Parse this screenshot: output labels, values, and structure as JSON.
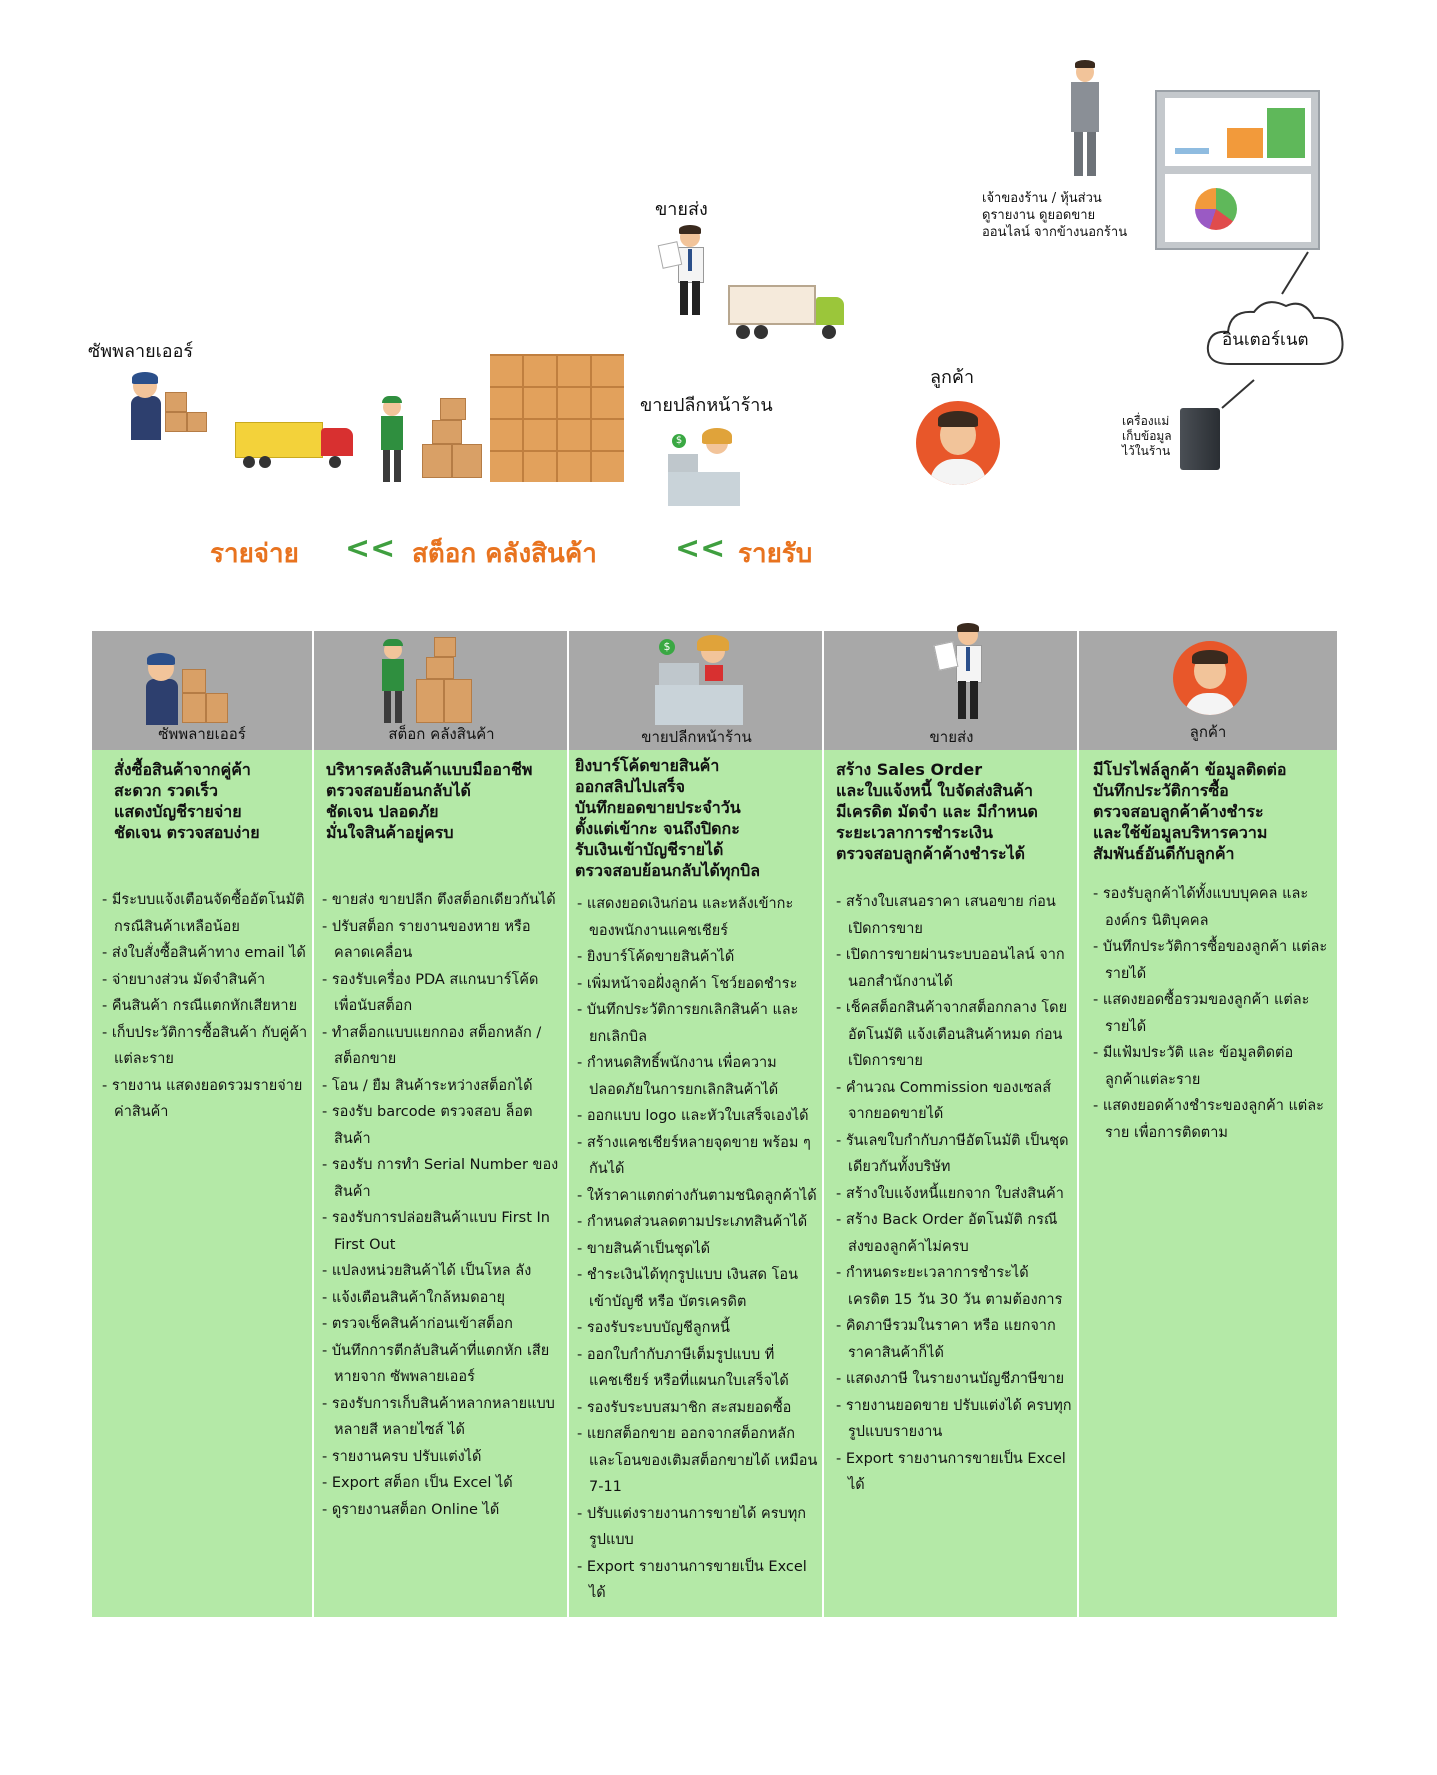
{
  "top": {
    "supplier_label": "ซัพพลายเออร์",
    "wholesale_label": "ขายส่ง",
    "retail_label": "ขายปลีกหน้าร้าน",
    "customer_label": "ลูกค้า",
    "owner_text": [
      "เจ้าของร้าน / หุ้นส่วน",
      "ดูรายงาน ดูยอดขาย",
      "ออนไลน์ จากข้างนอกร้าน"
    ],
    "internet_label": "อินเตอร์เนต",
    "server_text": [
      "เครื่องแม่",
      "เก็บข้อมูล",
      "ไว้ในร้าน"
    ]
  },
  "flow": {
    "expense": "รายจ่าย",
    "chevron": "<<",
    "stock": "สต็อก คลังสินค้า",
    "income": "รายรับ"
  },
  "colors": {
    "accent_orange": "#e8731f",
    "chevron_green": "#3f9f3f",
    "header_gray": "#a8a8a8",
    "panel_green": "#b4e9a7"
  },
  "columns": [
    {
      "icon": "supplier-icon",
      "label": "ซัพพลายเออร์",
      "summary": [
        "สั่งซื้อสินค้าจากคู่ค้า",
        "สะดวก รวดเร็ว",
        "แสดงบัญชีรายจ่าย",
        "ชัดเจน ตรวจสอบง่าย"
      ],
      "features": [
        "มีระบบแจ้งเตือนจัดซื้ออัตโนมัติ กรณีสินค้าเหลือน้อย",
        "ส่งใบสั่งซื้อสินค้าทาง email ได้",
        "จ่ายบางส่วน มัดจำสินค้า",
        "คืนสินค้า กรณีแตกหักเสียหาย",
        "เก็บประวัติการซื้อสินค้า กับคู่ค้าแต่ละราย",
        "รายงาน แสดงยอดรวมรายจ่าย ค่าสินค้า"
      ]
    },
    {
      "icon": "warehouse-worker-icon",
      "label": "สต็อก คลังสินค้า",
      "summary": [
        "บริหารคลังสินค้าแบบมืออาชีพ",
        "ตรวจสอบย้อนกลับได้",
        "ชัดเจน ปลอดภัย",
        "มั่นใจสินค้าอยู่ครบ"
      ],
      "features": [
        "ขายส่ง ขายปลีก ตึงสต็อกเดียวกันได้",
        "ปรับสต็อก รายงานของหาย หรือ คลาดเคลื่อน",
        "รองรับเครื่อง PDA สแกนบาร์โค้ด เพื่อนับสต็อก",
        "ทำสต็อกแบบแยกกอง สต็อกหลัก / สต็อกขาย",
        "โอน / ยืม สินค้าระหว่างสต็อกได้",
        "รองรับ barcode ตรวจสอบ ล็อตสินค้า",
        "รองรับ การทำ Serial Number ของสินค้า",
        "รองรับการปล่อยสินค้าแบบ First In First Out",
        "แปลงหน่วยสินค้าได้ เป็นโหล ลัง",
        "แจ้งเตือนสินค้าใกล้หมดอายุ",
        "ตรวจเช็คสินค้าก่อนเข้าสต็อก",
        "บันทึกการตีกลับสินค้าที่แตกหัก เสียหายจาก ซัพพลายเออร์",
        "รองรับการเก็บสินค้าหลากหลายแบบ หลายสี หลายไซส์ ได้",
        "รายงานครบ ปรับแต่งได้",
        "Export สต็อก เป็น Excel ได้",
        "ดูรายงานสต็อก Online ได้"
      ]
    },
    {
      "icon": "cashier-icon",
      "label": "ขายปลีกหน้าร้าน",
      "summary": [
        "ยิงบาร์โค้ดขายสินค้า",
        "ออกสลิปไปเสร็จ",
        "บันทึกยอดขายประจำวัน",
        "ตั้งแต่เข้ากะ จนถึงปิดกะ",
        "รับเงินเข้าบัญชีรายได้",
        "ตรวจสอบย้อนกลับได้ทุกบิล"
      ],
      "features": [
        "แสดงยอดเงินก่อน และหลังเข้ากะ ของพนักงานแคชเชียร์",
        "ยิงบาร์โค้ดขายสินค้าได้",
        "เพิ่มหน้าจอฝั่งลูกค้า โชว์ยอดชำระ",
        "บันทึกประวัติการยกเลิกสินค้า และยกเลิกบิล",
        "กำหนดสิทธิ์พนักงาน เพื่อความ ปลอดภัยในการยกเลิกสินค้าได้",
        "ออกแบบ logo และหัวใบเสร็จเองได้",
        "สร้างแคชเชียร์หลายจุดขาย พร้อม ๆ กันได้",
        "ให้ราคาแตกต่างกันตามชนิดลูกค้าได้",
        "กำหนดส่วนลดตามประเภทสินค้าได้",
        "ขายสินค้าเป็นชุดได้",
        "ชำระเงินได้ทุกรูปแบบ เงินสด โอนเข้าบัญชี หรือ บัตรเครดิต",
        "รองรับระบบบัญชีลูกหนี้",
        "ออกใบกำกับภาษีเต็มรูปแบบ ที่แคชเชียร์ หรือที่แผนกใบเสร็จได้",
        "รองรับระบบสมาชิก สะสมยอดซื้อ",
        "แยกสต็อกขาย ออกจากสต็อกหลัก และโอนของเติมสต็อกขายได้ เหมือน 7-11",
        "ปรับแต่งรายงานการขายได้ ครบทุกรูปแบบ",
        "Export รายงานการขายเป็น Excel ได้"
      ]
    },
    {
      "icon": "salesman-icon",
      "label": "ขายส่ง",
      "summary": [
        "สร้าง Sales Order",
        "และใบแจ้งหนี้ ใบจัดส่งสินค้า",
        "มีเครดิต มัดจำ และ มีกำหนด",
        "ระยะเวลาการชำระเงิน",
        "ตรวจสอบลูกค้าค้างชำระได้"
      ],
      "features": [
        "สร้างใบเสนอราคา เสนอขาย ก่อนเปิดการขาย",
        "เปิดการขายผ่านระบบออนไลน์ จากนอกสำนักงานได้",
        "เช็คสต็อกสินค้าจากสต็อกกลาง โดยอัตโนมัติ แจ้งเตือนสินค้าหมด ก่อนเปิดการขาย",
        "คำนวณ Commission ของเซลส์ จากยอดขายได้",
        "รันเลขใบกำกับภาษีอัตโนมัติ เป็นชุดเดียวกันทั้งบริษัท",
        "สร้างใบแจ้งหนี้แยกจาก ใบส่งสินค้า",
        "สร้าง Back Order อัตโนมัติ กรณีส่งของลูกค้าไม่ครบ",
        "กำหนดระยะเวลาการชำระได้ เครดิต 15 วัน 30 วัน ตามต้องการ",
        "คิดภาษีรวมในราคา หรือ แยกจากราคาสินค้าก็ได้",
        "แสดงภาษี ในรายงานบัญชีภาษีขาย",
        "รายงานยอดขาย ปรับแต่งได้ ครบทุกรูปแบบรายงาน",
        "Export รายงานการขายเป็น Excel ได้"
      ]
    },
    {
      "icon": "customer-icon",
      "label": "ลูกค้า",
      "summary": [
        "มีโปรไฟล์ลูกค้า ข้อมูลติดต่อ",
        "บันทึกประวัติการซื้อ",
        "ตรวจสอบลูกค้าค้างชำระ",
        "และใช้ข้อมูลบริหารความ",
        "สัมพันธ์อันดีกับลูกค้า"
      ],
      "features": [
        "รองรับลูกค้าได้ทั้งแบบบุคคล และองค์กร นิติบุคคล",
        "บันทึกประวัติการซื้อของลูกค้า แต่ละรายได้",
        "แสดงยอดซื้อรวมของลูกค้า แต่ละรายได้",
        "มีแฟ้มประวัติ และ ข้อมูลติดต่อ ลูกค้าแต่ละราย",
        "แสดงยอดค้างชำระของลูกค้า แต่ละราย เพื่อการติดตาม"
      ]
    }
  ]
}
